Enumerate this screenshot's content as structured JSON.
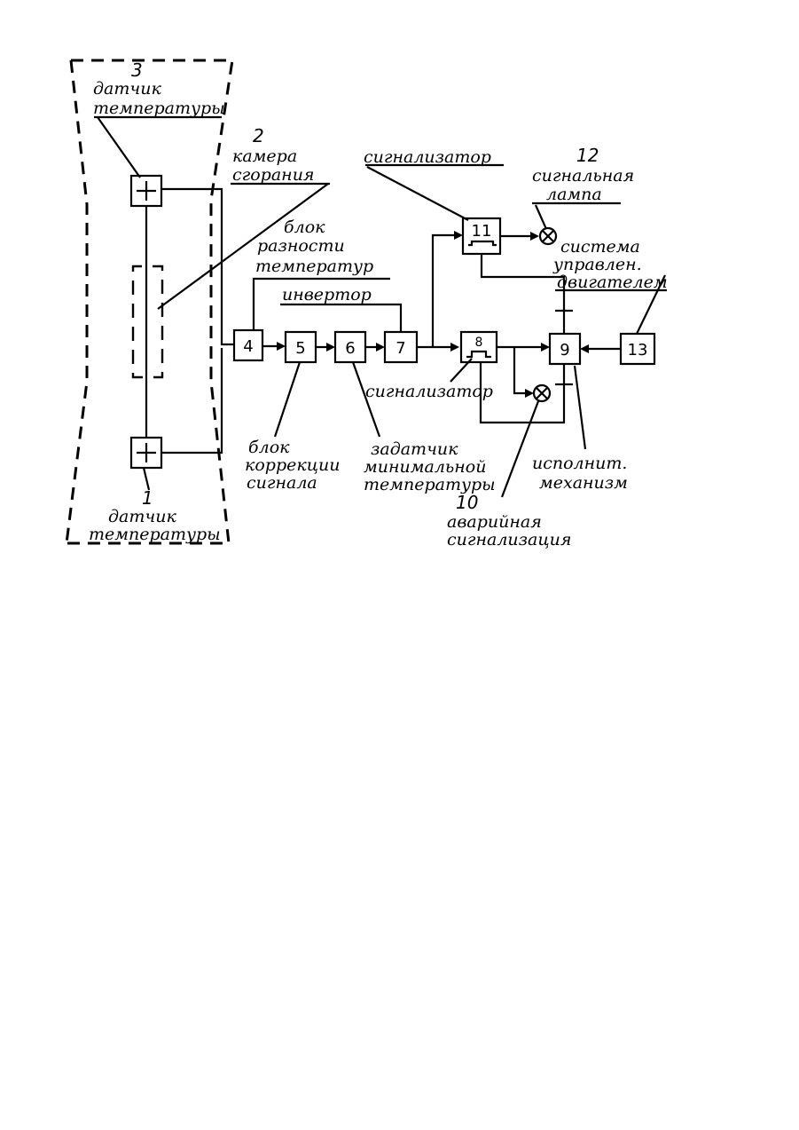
{
  "blocks": {
    "b4": "4",
    "b5": "5",
    "b6": "6",
    "b7": "7",
    "b8": "8",
    "b9": "9",
    "b11": "11",
    "b13": "13"
  },
  "labels": {
    "n1": "1",
    "sensor1_line1": "датчик",
    "sensor1_line2": "температуры",
    "n2": "2",
    "chamber_line1": "камера",
    "chamber_line2": "сгорания",
    "n3": "3",
    "sensor3_line1": "датчик",
    "sensor3_line2": "температуры",
    "diff_line1": "блок",
    "diff_line2": "разности",
    "diff_line3": "температур",
    "inverter": "инвертор",
    "signal_top": "сигнализатор",
    "n12": "12",
    "lamp_line1": "сигнальная",
    "lamp_line2": "лампа",
    "engine_line1": "система",
    "engine_line2": "управлен.",
    "engine_line3": "двигателем",
    "signal_mid": "сигнализатор",
    "corr_line1": "блок",
    "corr_line2": "коррекции",
    "corr_line3": "сигнала",
    "setter_line1": "задатчик",
    "setter_line2": "минимальной",
    "setter_line3": "температуры",
    "n10": "10",
    "alarm_line1": "аварийная",
    "alarm_line2": "сигнализация",
    "actuator_line1": "исполнит.",
    "actuator_line2": "механизм"
  }
}
